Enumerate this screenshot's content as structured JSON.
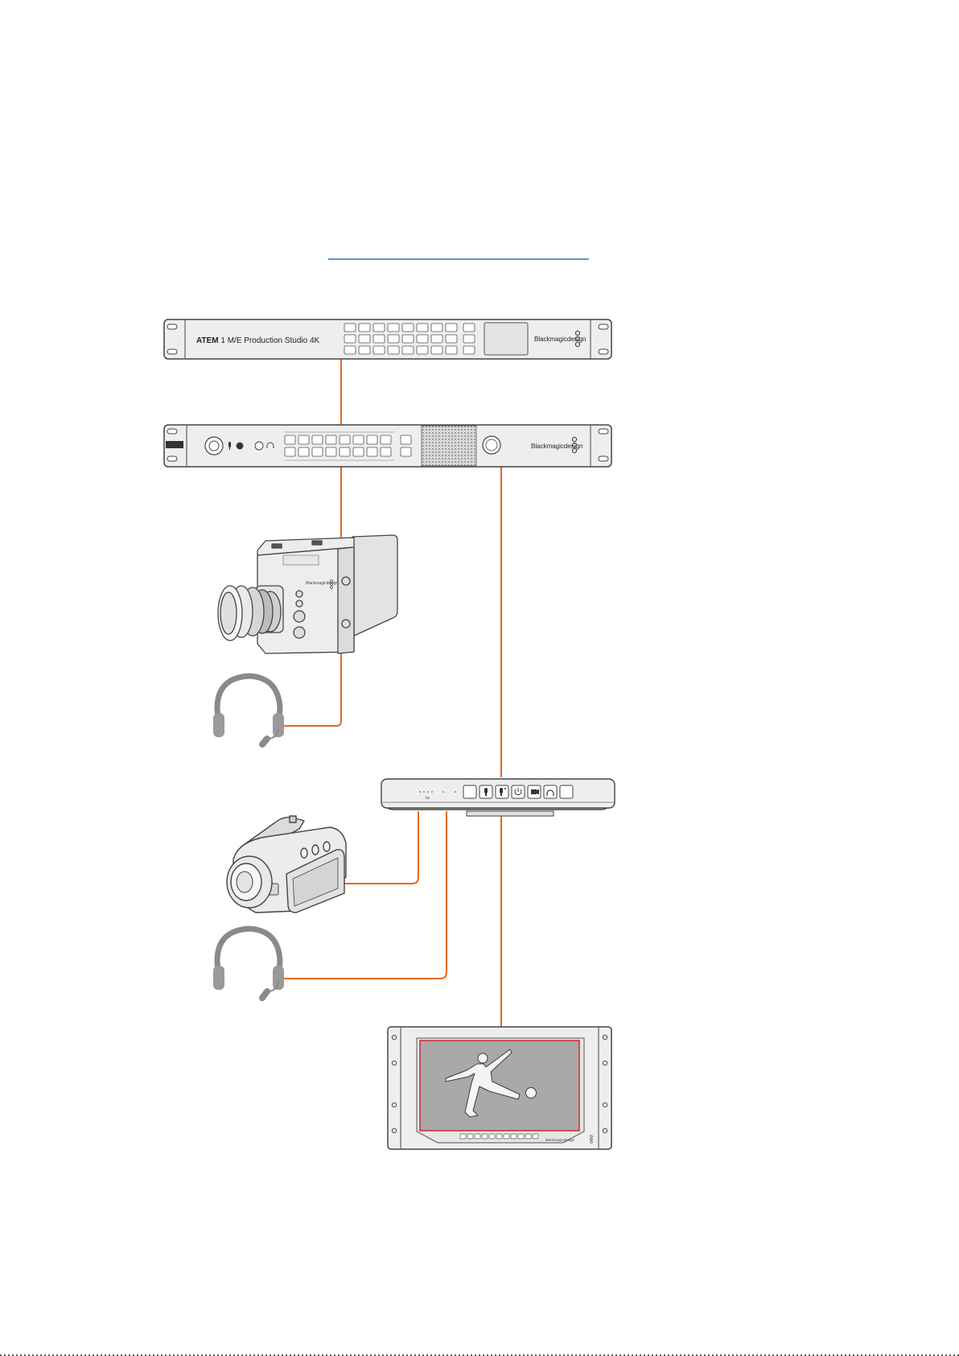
{
  "link_text": "",
  "devices": {
    "switcher": {
      "model_bold": "ATEM",
      "model_rest": " 1 M/E Production Studio 4K",
      "brand": "Blackmagicdesign"
    },
    "talkback_converter": {
      "brand": "Blackmagicdesign"
    },
    "studio_camera": {
      "brand": "Blackmagicdesign"
    },
    "talkback_unit": {
      "indicator": "TB"
    },
    "monitor": {
      "brand": "Blackmagicdesign"
    }
  },
  "colors": {
    "cable": "#e36a24",
    "link": "#2b6fbf",
    "device_fill": "#eeeeee",
    "device_stroke": "#444444",
    "screen_fill": "#a9a9a9",
    "screen_border": "#d0262f",
    "headset": "#8a8a8a"
  },
  "icons": [
    "headset-icon",
    "microphone-icon",
    "power-icon",
    "camera-icon",
    "headphones-icon"
  ]
}
